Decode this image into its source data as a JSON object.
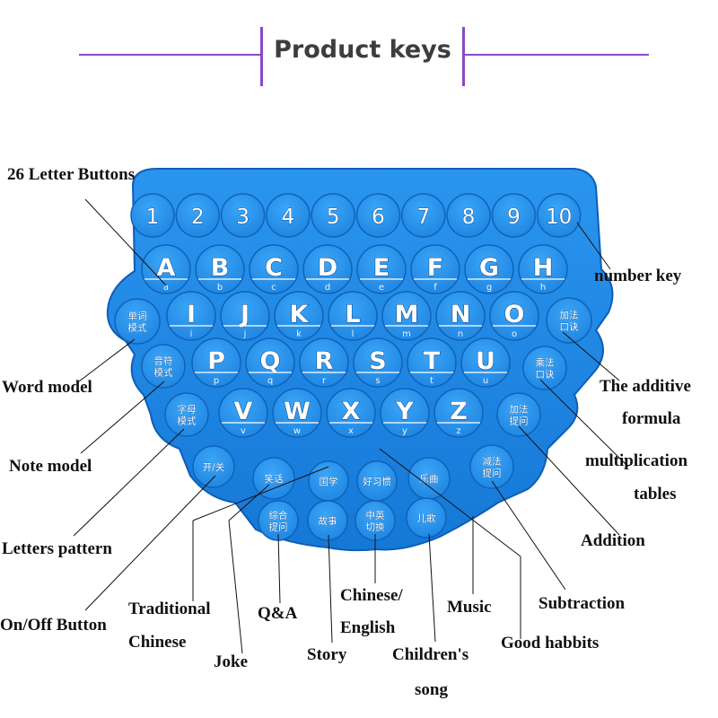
{
  "header": {
    "title": "Product keys",
    "line_color": "#8a48c9"
  },
  "colors": {
    "keyboard_body": "#1c88e6",
    "keyboard_edge": "#0e5eb6",
    "key_face": "#2796f0",
    "text": "#111111"
  },
  "keyboard": {
    "number_keys": [
      "1",
      "2",
      "3",
      "4",
      "5",
      "6",
      "7",
      "8",
      "9",
      "10"
    ],
    "letter_rows": [
      [
        {
          "u": "A",
          "l": "a"
        },
        {
          "u": "B",
          "l": "b"
        },
        {
          "u": "C",
          "l": "c"
        },
        {
          "u": "D",
          "l": "d"
        },
        {
          "u": "E",
          "l": "e"
        },
        {
          "u": "F",
          "l": "f"
        },
        {
          "u": "G",
          "l": "g"
        },
        {
          "u": "H",
          "l": "h"
        }
      ],
      [
        {
          "u": "I",
          "l": "i"
        },
        {
          "u": "J",
          "l": "j"
        },
        {
          "u": "K",
          "l": "k"
        },
        {
          "u": "L",
          "l": "l"
        },
        {
          "u": "M",
          "l": "m"
        },
        {
          "u": "N",
          "l": "n"
        },
        {
          "u": "O",
          "l": "o"
        }
      ],
      [
        {
          "u": "P",
          "l": "p"
        },
        {
          "u": "Q",
          "l": "q"
        },
        {
          "u": "R",
          "l": "r"
        },
        {
          "u": "S",
          "l": "s"
        },
        {
          "u": "T",
          "l": "t"
        },
        {
          "u": "U",
          "l": "u"
        }
      ],
      [
        {
          "u": "V",
          "l": "v"
        },
        {
          "u": "W",
          "l": "w"
        },
        {
          "u": "X",
          "l": "x"
        },
        {
          "u": "Y",
          "l": "y"
        },
        {
          "u": "Z",
          "l": "z"
        }
      ]
    ],
    "function_keys": {
      "word_model": [
        "单词",
        "模式"
      ],
      "note_model": [
        "音符",
        "模式"
      ],
      "letters_pattern": [
        "字母",
        "模式"
      ],
      "addition_formula": [
        "加法",
        "口诀"
      ],
      "multiplication_formula": [
        "乘法",
        "口诀"
      ],
      "addition_question": [
        "加法",
        "提问"
      ],
      "subtraction_question": [
        "减法",
        "提问"
      ],
      "on_off": [
        "开/关"
      ],
      "joke": [
        "笑话"
      ],
      "traditional_chinese": [
        "国学"
      ],
      "good_habits": [
        "好习惯"
      ],
      "music": [
        "乐曲"
      ],
      "qa": [
        "综合",
        "提问"
      ],
      "story": [
        "故事"
      ],
      "chinese_english": [
        "中英",
        "切换"
      ],
      "childrens_song": [
        "儿歌"
      ]
    }
  },
  "callouts": {
    "letter_buttons": "26 Letter Buttons",
    "number_key": "number key",
    "word_model": "Word model",
    "additive_formula": [
      "The additive",
      "formula"
    ],
    "note_model": "Note model",
    "multiplication_tables": [
      "multiplication",
      "tables"
    ],
    "letters_pattern": "Letters pattern",
    "addition": "Addition",
    "on_off": "On/Off Button",
    "traditional_chinese": [
      "Traditional",
      "Chinese"
    ],
    "qa": "Q&A",
    "chinese_english": [
      "Chinese/",
      "English"
    ],
    "music": "Music",
    "subtraction": "Subtraction",
    "good_habits": "Good habbits",
    "joke": "Joke",
    "story": "Story",
    "childrens_song": [
      "Children's",
      "song"
    ]
  }
}
